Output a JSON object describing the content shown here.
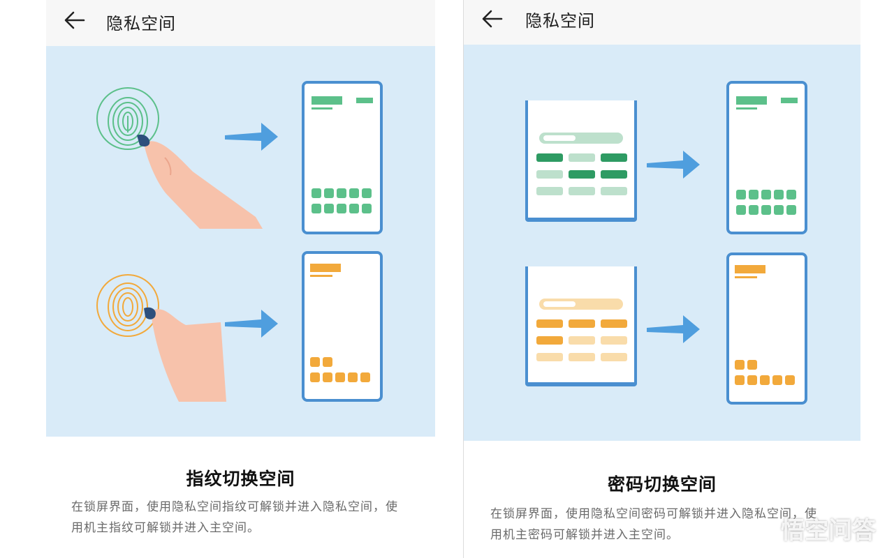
{
  "left_panel": {
    "header": {
      "title": "隐私空间"
    },
    "mode_title": "指纹切换空间",
    "description": "在锁屏界面，使用隐私空间指纹可解锁并进入隐私空间，使用机主指纹可解锁并进入主空间。"
  },
  "right_panel": {
    "header": {
      "title": "隐私空间"
    },
    "mode_title": "密码切换空间",
    "description": "在锁屏界面，使用隐私空间密码可解锁并进入隐私空间，使用机主密码可解锁并进入主空间。"
  },
  "watermark": {
    "text": "悟空问答"
  },
  "colors": {
    "header_bg": "#f7f7f7",
    "illustration_bg": "#d9ebf8",
    "green": "#5cc08a",
    "dark_green": "#2e9b63",
    "light_green": "#bde0cc",
    "orange": "#f2a93b",
    "light_orange": "#f9dcaa",
    "phone_frame": "#4a8fd0",
    "arrow": "#4f9ede",
    "skin": "#f7c2ab"
  },
  "icons": [
    "back-arrow-icon",
    "fingerprint-icon",
    "arrow-right-icon",
    "phone-icon",
    "keypad-icon",
    "watermark-logo-icon"
  ]
}
